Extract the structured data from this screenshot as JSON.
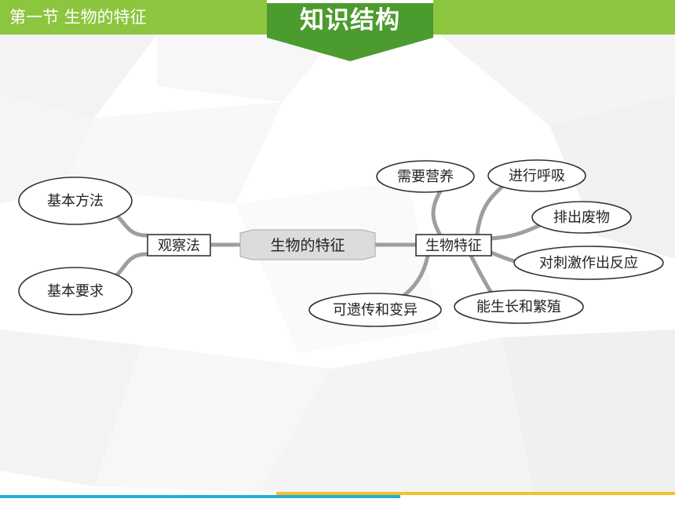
{
  "header": {
    "section_title": "第一节  生物的特征",
    "tab_label": "知识结构"
  },
  "colors": {
    "header_green": "#8cc63f",
    "tab_green": "#4c9b2f",
    "footer_blue": "#29a9e1",
    "footer_yellow": "#f2c12e",
    "branch_gray": "#9e9e9e"
  },
  "mindmap": {
    "center": "生物的特征",
    "left_hub": "观察法",
    "left_items": [
      "基本方法",
      "基本要求"
    ],
    "right_hub": "生物特征",
    "right_items": [
      "需要营养",
      "进行呼吸",
      "排出废物",
      "对刺激作出反应",
      "能生长和繁殖",
      "可遗传和变异"
    ]
  }
}
